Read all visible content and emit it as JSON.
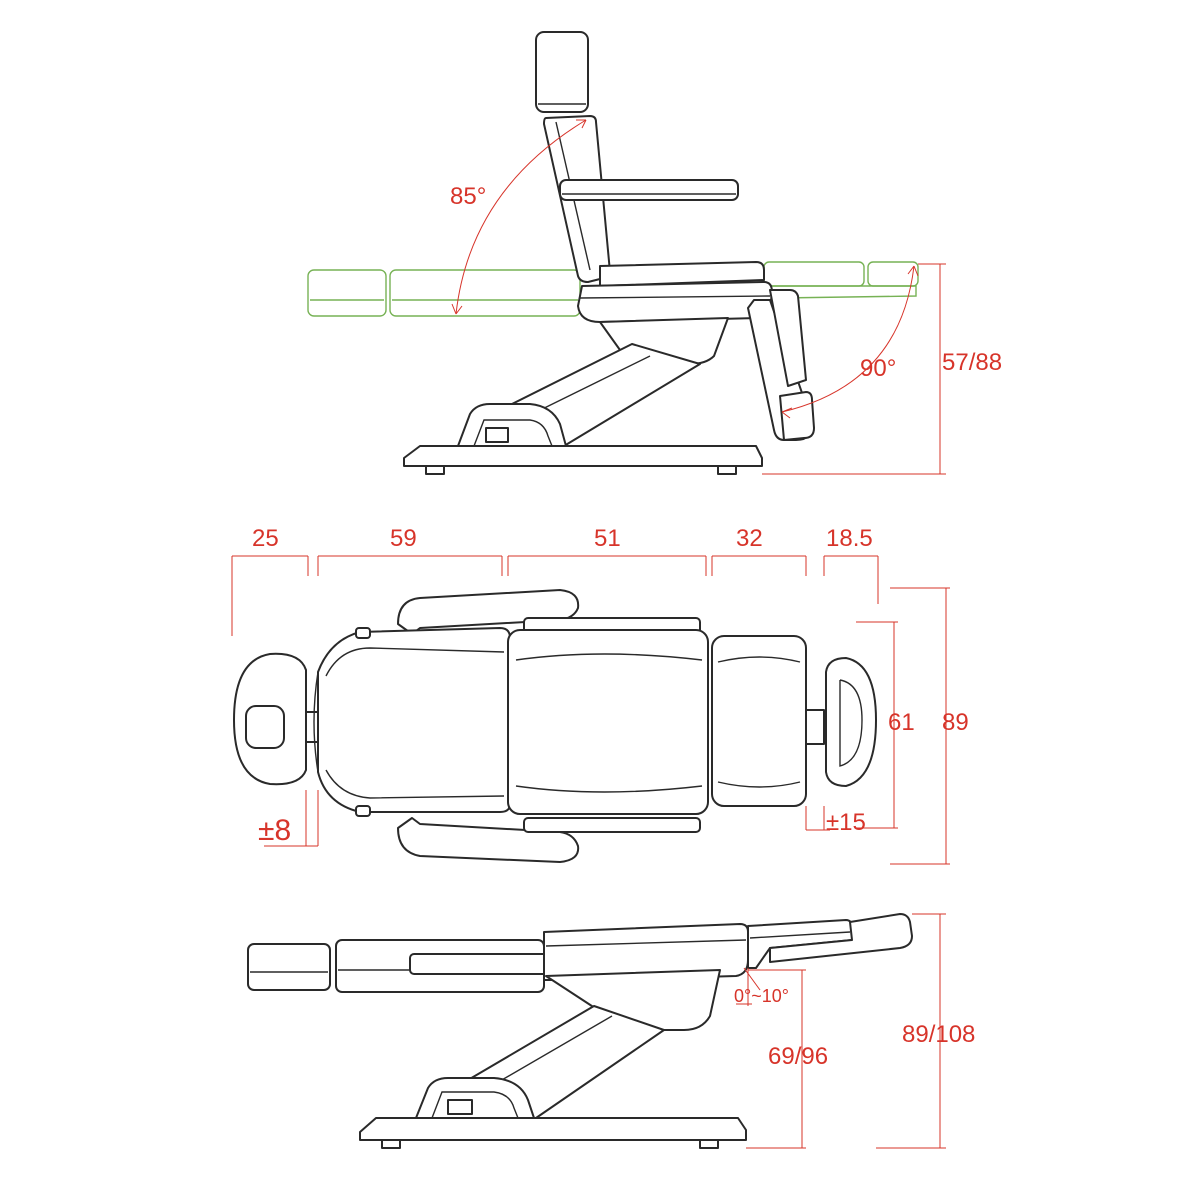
{
  "side_view_reclined": {
    "back_angle_label": "85°",
    "leg_angle_label": "90°",
    "height_label": "57/88"
  },
  "top_view": {
    "headrest_width": "25",
    "back_length": "59",
    "seat_length": "51",
    "leg_length": "32",
    "foot_length": "18.5",
    "inner_width": "61",
    "outer_width": "89",
    "head_adjust": "±8",
    "foot_adjust": "±15"
  },
  "side_view_flat": {
    "tilt_label": "0°~10°",
    "base_height_label": "69/96",
    "total_height_label": "89/108"
  },
  "colors": {
    "dimension": "#d7342a",
    "outline": "#2a2a2a",
    "alternate_position": "#77b255"
  }
}
